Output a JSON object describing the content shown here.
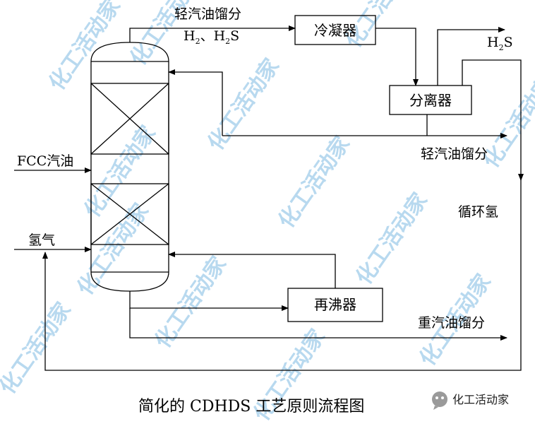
{
  "diagram": {
    "caption": "简化的 CDHDS 工艺原则流程图",
    "equipment": {
      "condenser": "冷凝器",
      "separator": "分离器",
      "reboiler": "再沸器"
    },
    "streams": {
      "top_overhead": "轻汽油馏分",
      "top_gases_h": "H",
      "top_gases_h_sub": "2",
      "top_gases_sep": "、",
      "top_gases_h2s_h": "H",
      "top_gases_h2s_sub": "2",
      "top_gases_h2s_s": "S",
      "h2s_out_h": "H",
      "h2s_out_sub": "2",
      "h2s_out_s": "S",
      "light_gasoline_product": "轻汽油馏分",
      "feed": "FCC汽油",
      "hydrogen": "氢气",
      "recycle_hydrogen": "循环氢",
      "heavy_gasoline": "重汽油馏分"
    }
  },
  "watermark": {
    "text": "化工活动家"
  },
  "brand": {
    "name": "化工活动家"
  }
}
